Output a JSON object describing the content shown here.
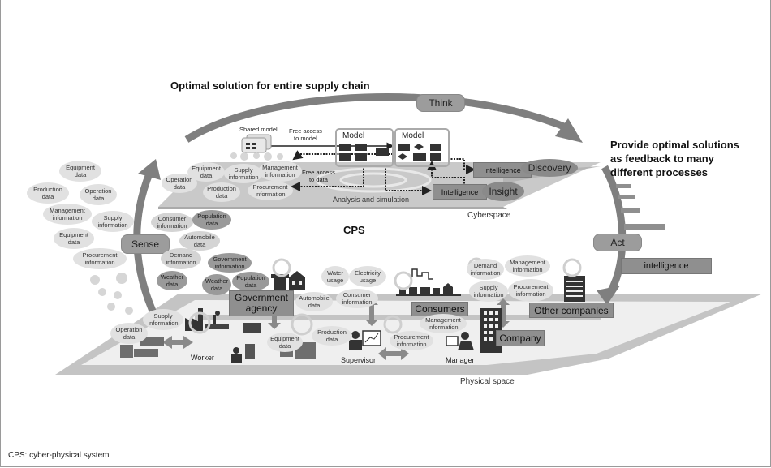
{
  "titles": {
    "top": "Optimal solution for entire supply chain",
    "right": [
      "Provide optimal solutions",
      "as feedback to many",
      "different processes"
    ],
    "center": "CPS",
    "footnote": "CPS: cyber-physical system"
  },
  "loop": {
    "think": "Think",
    "sense": "Sense",
    "act": "Act",
    "act_output": "intelligence"
  },
  "cyberspace": {
    "label": "Cyberspace",
    "shared_model": "Shared model",
    "free_access_model": [
      "Free access",
      "to model"
    ],
    "free_access_data": [
      "Free access",
      "to data"
    ],
    "model_boxes": [
      "Model",
      "Model"
    ],
    "analysis": "Analysis and simulation",
    "intelligence_discovery": {
      "tag": "Intelligence",
      "ellipse": "Discovery"
    },
    "intelligence_insight": {
      "tag": "Intelligence",
      "ellipse": "Insight"
    },
    "bubbles": [
      [
        "Equipment",
        "data"
      ],
      [
        "Supply",
        "information"
      ],
      [
        "Management",
        "information"
      ],
      [
        "Operation",
        "data"
      ],
      [
        "Production",
        "data"
      ],
      [
        "Procurement",
        "information"
      ]
    ]
  },
  "left_cloud": [
    [
      "Equipment",
      "data"
    ],
    [
      "Production",
      "data"
    ],
    [
      "Operation",
      "data"
    ],
    [
      "Management",
      "information"
    ],
    [
      "Supply",
      "information"
    ],
    [
      "Equipment",
      "data"
    ],
    [
      "Procurement",
      "information"
    ]
  ],
  "inner_cloud": [
    [
      "Consumer",
      "information"
    ],
    [
      "Population",
      "data"
    ],
    [
      "Automobile",
      "data"
    ],
    [
      "Demand",
      "information"
    ],
    [
      "Government",
      "information"
    ],
    [
      "Weather",
      "data"
    ],
    [
      "Weather",
      "data"
    ],
    [
      "Population",
      "data"
    ]
  ],
  "physical": {
    "label": "Physical space",
    "actors": {
      "government": [
        "Government",
        "agency"
      ],
      "consumers": "Consumers",
      "other_companies": "Other companies",
      "company": "Company",
      "worker": "Worker",
      "supervisor": "Supervisor",
      "manager": "Manager"
    },
    "bubbles": {
      "water": [
        "Water",
        "usage"
      ],
      "electricity": [
        "Electricity",
        "usage"
      ],
      "consumer_info": [
        "Consumer",
        "information"
      ],
      "automobile": [
        "Automobile",
        "data"
      ],
      "supply_left": [
        "Supply",
        "information"
      ],
      "operation": [
        "Operation",
        "data"
      ],
      "equipment": [
        "Equipment",
        "data"
      ],
      "production": [
        "Production",
        "data"
      ],
      "procurement": [
        "Procurement",
        "information"
      ],
      "management": [
        "Management",
        "information"
      ],
      "demand_right": [
        "Demand",
        "information"
      ],
      "management_right": [
        "Management",
        "information"
      ],
      "supply_right": [
        "Supply",
        "information"
      ],
      "procurement_right": [
        "Procurement",
        "information"
      ]
    }
  }
}
